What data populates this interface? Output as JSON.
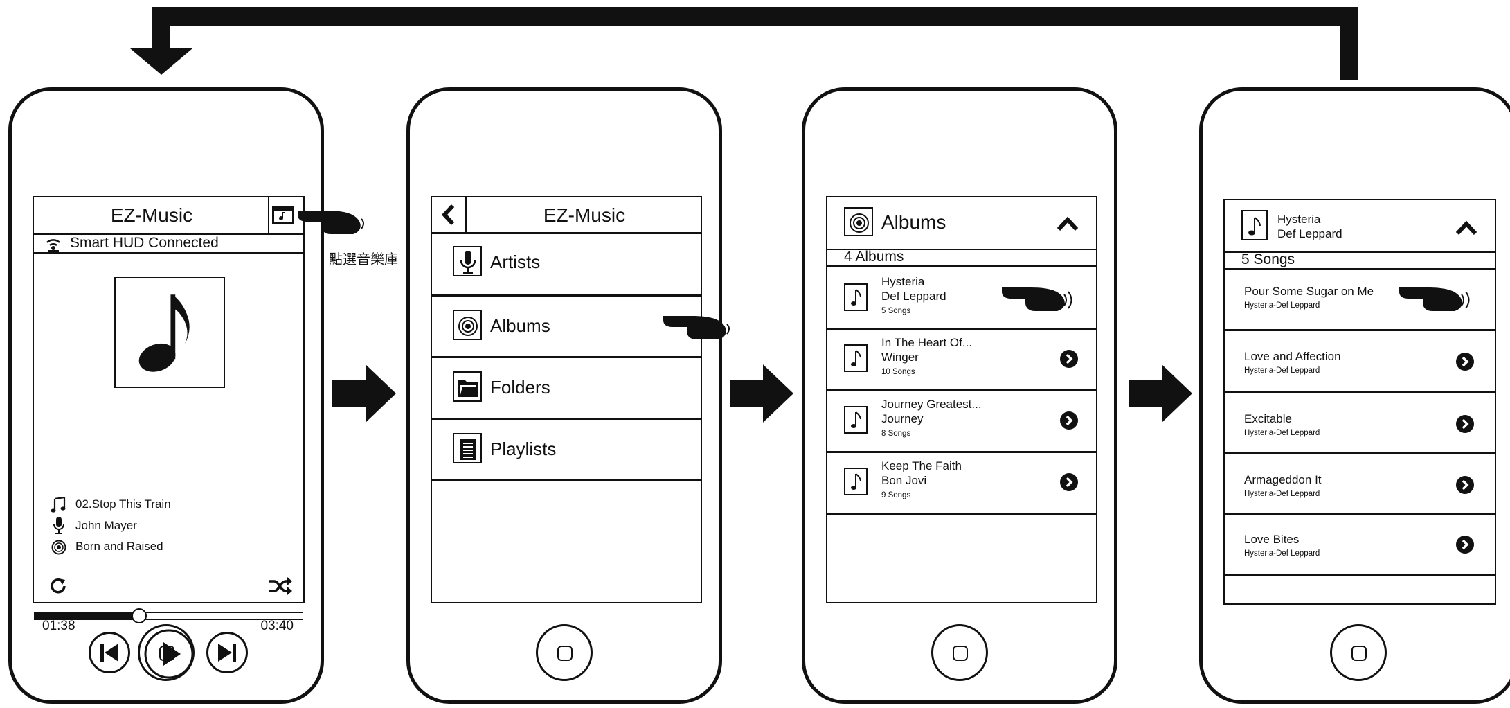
{
  "flow_annotation": "點選音樂庫",
  "screen1": {
    "title": "EZ-Music",
    "status": "Smart HUD Connected",
    "track": "02.Stop This Train",
    "artist": "John Mayer",
    "album": "Born and Raised",
    "time_elapsed": "01:38",
    "time_total": "03:40",
    "progress_fraction": 0.39,
    "icons": [
      "library-folder-icon",
      "wifi-icon",
      "music-note-icon",
      "microphone-icon",
      "album-disc-icon",
      "repeat-icon",
      "shuffle-icon",
      "previous-icon",
      "play-icon",
      "next-icon"
    ]
  },
  "screen2": {
    "title": "EZ-Music",
    "menu": [
      {
        "label": "Artists",
        "icon": "microphone-icon"
      },
      {
        "label": "Albums",
        "icon": "album-disc-icon"
      },
      {
        "label": "Folders",
        "icon": "folder-icon"
      },
      {
        "label": "Playlists",
        "icon": "playlist-icon"
      }
    ]
  },
  "screen3": {
    "title": "Albums",
    "count": "4 Albums",
    "albums": [
      {
        "title": "Hysteria",
        "artist": "Def Leppard",
        "songs": "5 Songs"
      },
      {
        "title": "In The Heart Of...",
        "artist": "Winger",
        "songs": "10 Songs"
      },
      {
        "title": "Journey Greatest...",
        "artist": "Journey",
        "songs": "8 Songs"
      },
      {
        "title": "Keep The Faith",
        "artist": "Bon Jovi",
        "songs": "9 Songs"
      }
    ]
  },
  "screen4": {
    "album_title": "Hysteria",
    "album_artist": "Def Leppard",
    "count": "5 Songs",
    "songs": [
      {
        "title": "Pour Some Sugar on Me",
        "sub": "Hysteria-Def Leppard"
      },
      {
        "title": "Love and Affection",
        "sub": "Hysteria-Def Leppard"
      },
      {
        "title": "Excitable",
        "sub": "Hysteria-Def Leppard"
      },
      {
        "title": "Armageddon It",
        "sub": "Hysteria-Def Leppard"
      },
      {
        "title": "Love Bites",
        "sub": "Hysteria-Def Leppard"
      }
    ]
  },
  "colors": {
    "ink": "#111111",
    "background": "#ffffff"
  }
}
